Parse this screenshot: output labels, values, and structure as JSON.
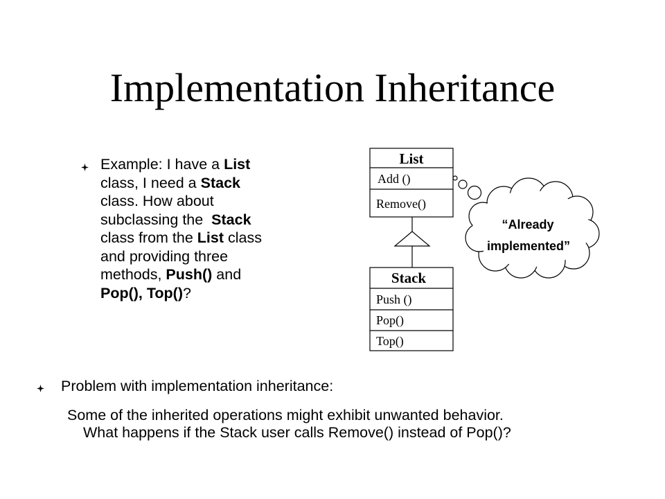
{
  "title": "Implementation Inheritance",
  "bullet1": {
    "lines": [
      [
        {
          "t": "Example: I have a "
        },
        {
          "t": "List",
          "b": true
        }
      ],
      [
        {
          "t": "class, I need a "
        },
        {
          "t": "Stack",
          "b": true
        }
      ],
      [
        {
          "t": "class. How about"
        }
      ],
      [
        {
          "t": "subclassing the  "
        },
        {
          "t": "Stack",
          "b": true
        }
      ],
      [
        {
          "t": "class from the "
        },
        {
          "t": "List",
          "b": true
        },
        {
          "t": " class"
        }
      ],
      [
        {
          "t": "and providing three"
        }
      ],
      [
        {
          "t": "methods, "
        },
        {
          "t": "Push()",
          "b": true
        },
        {
          "t": " and"
        }
      ],
      [
        {
          "t": "Pop(), Top()",
          "b": true
        },
        {
          "t": "?"
        }
      ]
    ]
  },
  "uml": {
    "list_class": {
      "name": "List",
      "methods": [
        "Add ()",
        "Remove()"
      ]
    },
    "stack_class": {
      "name": "Stack",
      "methods": [
        "Push ()",
        "Pop()",
        "Top()"
      ]
    }
  },
  "callout": {
    "line1": "“Already",
    "line2": "implemented”"
  },
  "bullet2": {
    "heading": "Problem with implementation inheritance:",
    "line1": "Some of the inherited operations might exhibit unwanted behavior.",
    "line2": "What happens if the Stack user calls Remove() instead of Pop()?"
  }
}
